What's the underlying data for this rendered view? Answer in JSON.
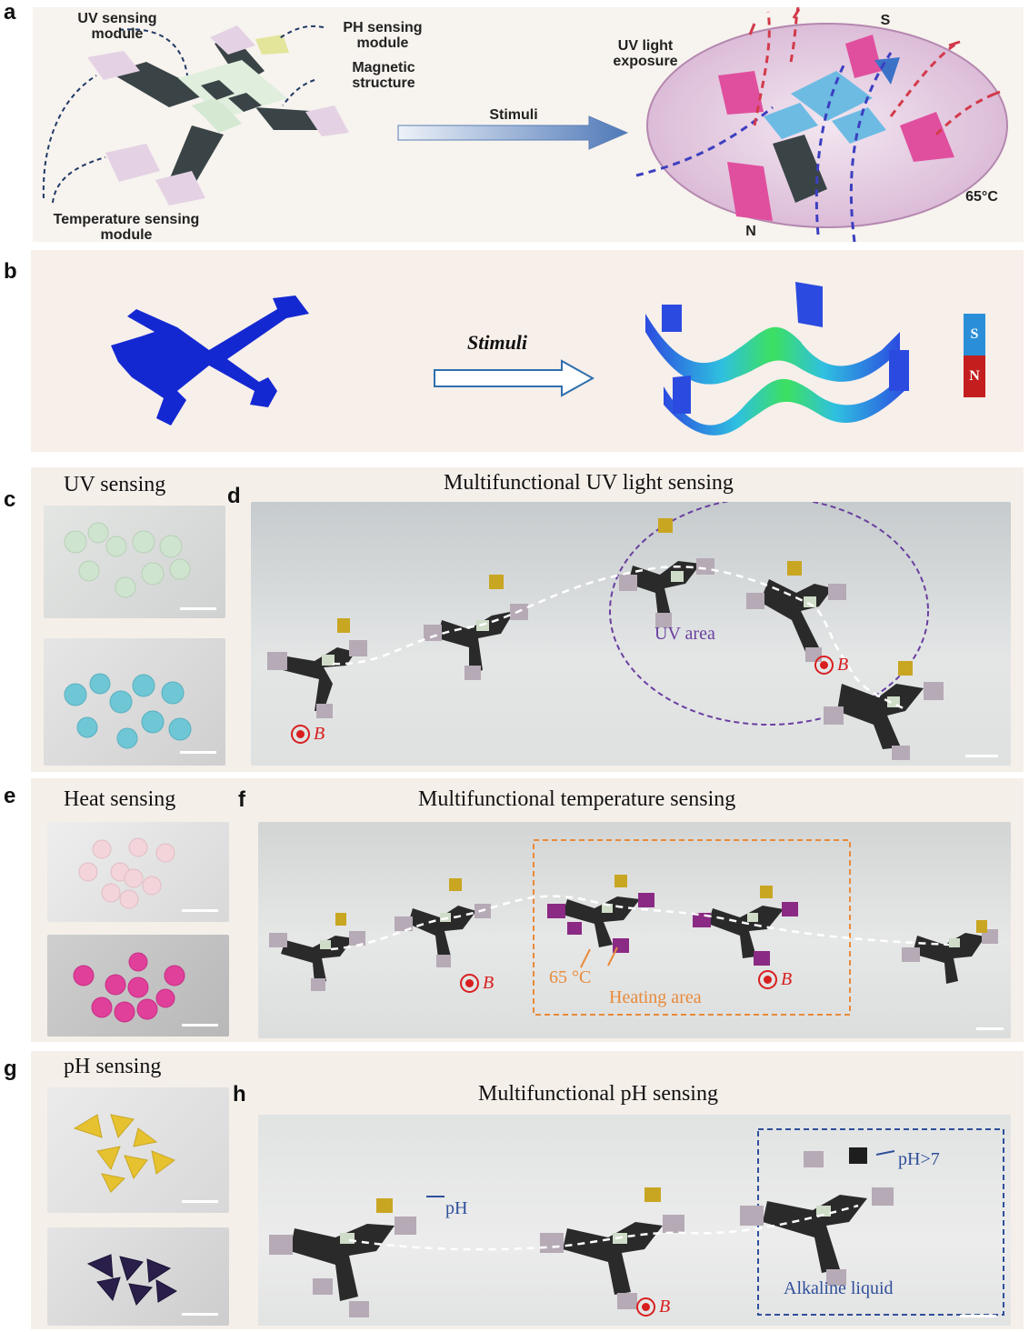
{
  "panels": {
    "a": "a",
    "b": "b",
    "c": "c",
    "d": "d",
    "e": "e",
    "f": "f",
    "g": "g",
    "h": "h"
  },
  "panel_a": {
    "uv_module": "UV sensing module",
    "ph_module": "PH sensing module",
    "magnetic": "Magnetic structure",
    "temp_module": "Temperature sensing module",
    "stimuli": "Stimuli",
    "uv_exposure": "UV light exposure",
    "pole_s": "S",
    "pole_n": "N",
    "temp": "65°C"
  },
  "panel_b": {
    "stimuli": "Stimuli",
    "magnet_s": "S",
    "magnet_n": "N"
  },
  "panel_c": {
    "title": "UV sensing"
  },
  "panel_d": {
    "title": "Multifunctional UV light sensing",
    "uv_area": "UV area",
    "b1": "B",
    "b2": "B"
  },
  "panel_e": {
    "title": "Heat sensing"
  },
  "panel_f": {
    "title": "Multifunctional temperature sensing",
    "temp": "65 °C",
    "heating_area": "Heating area",
    "b1": "B",
    "b2": "B"
  },
  "panel_g": {
    "title": "pH sensing"
  },
  "panel_h": {
    "title": "Multifunctional pH sensing",
    "ph": "pH",
    "ph_gt7": "pH>7",
    "alkaline": "Alkaline liquid",
    "b1": "B"
  },
  "colors": {
    "uv_blue": "#6fc7d6",
    "heat_pink": "#e0409a",
    "ph_yellow": "#e6c230",
    "ph_dark": "#2a1f4a",
    "uv_circle": "#6a3fa0",
    "heating_box": "#e88a3a",
    "alkaline_box": "#2f4f9a",
    "field_red": "#d81e1e"
  }
}
